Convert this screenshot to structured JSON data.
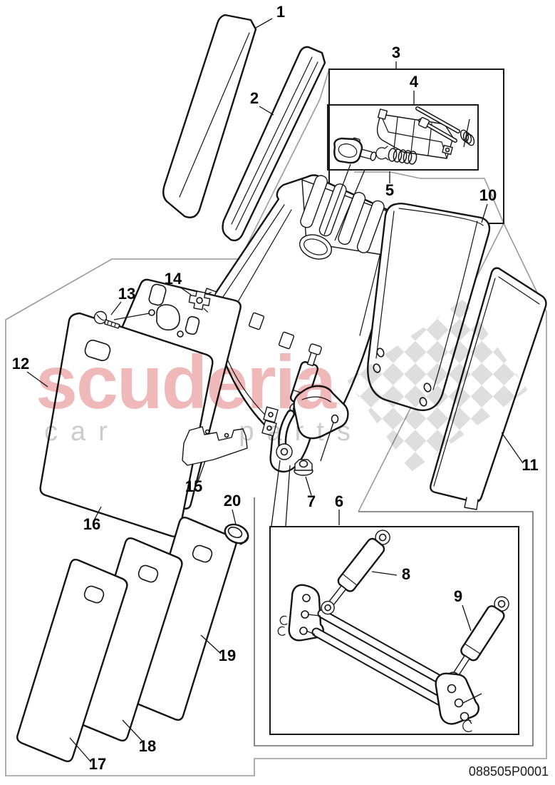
{
  "page": {
    "part_number": "088505P0001",
    "background": "#ffffff"
  },
  "colors": {
    "line": "#141414",
    "frame": "#9a9a9a",
    "frame_inner": "#6e6e6e",
    "watermark_red": "#efb9b9",
    "watermark_gray": "#cccccc",
    "flag_gray": "#d9d9d9"
  },
  "watermark": {
    "title": "scuderia",
    "subtitle": "car parts"
  },
  "callouts": [
    "1",
    "2",
    "3",
    "4",
    "5",
    "6",
    "7",
    "8",
    "9",
    "10",
    "11",
    "12",
    "13",
    "14",
    "15",
    "16",
    "17",
    "18",
    "19",
    "20"
  ]
}
